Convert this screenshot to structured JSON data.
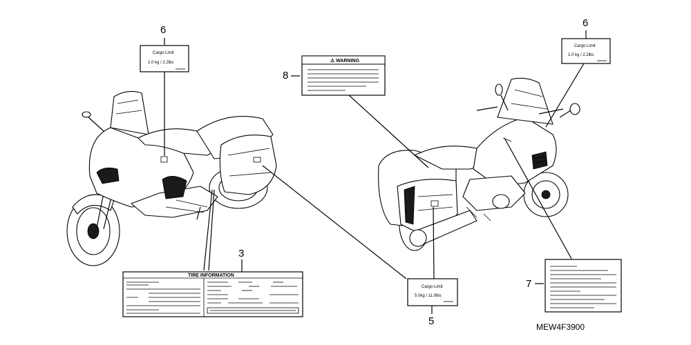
{
  "callouts": {
    "n6_left": "6",
    "n6_right": "6",
    "n8": "8",
    "n3": "3",
    "n5": "5",
    "n7": "7"
  },
  "labels": {
    "cargo_limit_title": "Cargo Limit",
    "cargo_small_value": "1.0 kg / 2.2lbs",
    "cargo_large_value": "5.0kg / 11.0lbs",
    "warning_title": "⚠ WARNING",
    "tire_information_title": "TIRE INFORMATION"
  },
  "diagram_code": "MEW4F3900"
}
